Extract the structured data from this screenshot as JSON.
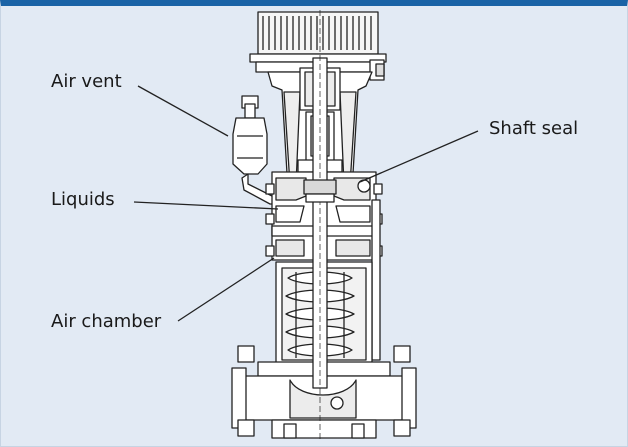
{
  "labels": {
    "air_vent": "Air vent",
    "liquids": "Liquids",
    "air_chamber": "Air chamber",
    "shaft_seal": "Shaft seal"
  },
  "colors": {
    "background": "#e2eaf4",
    "header_bar": "#1a63a6",
    "line": "#222222",
    "fill": "#ffffff"
  }
}
